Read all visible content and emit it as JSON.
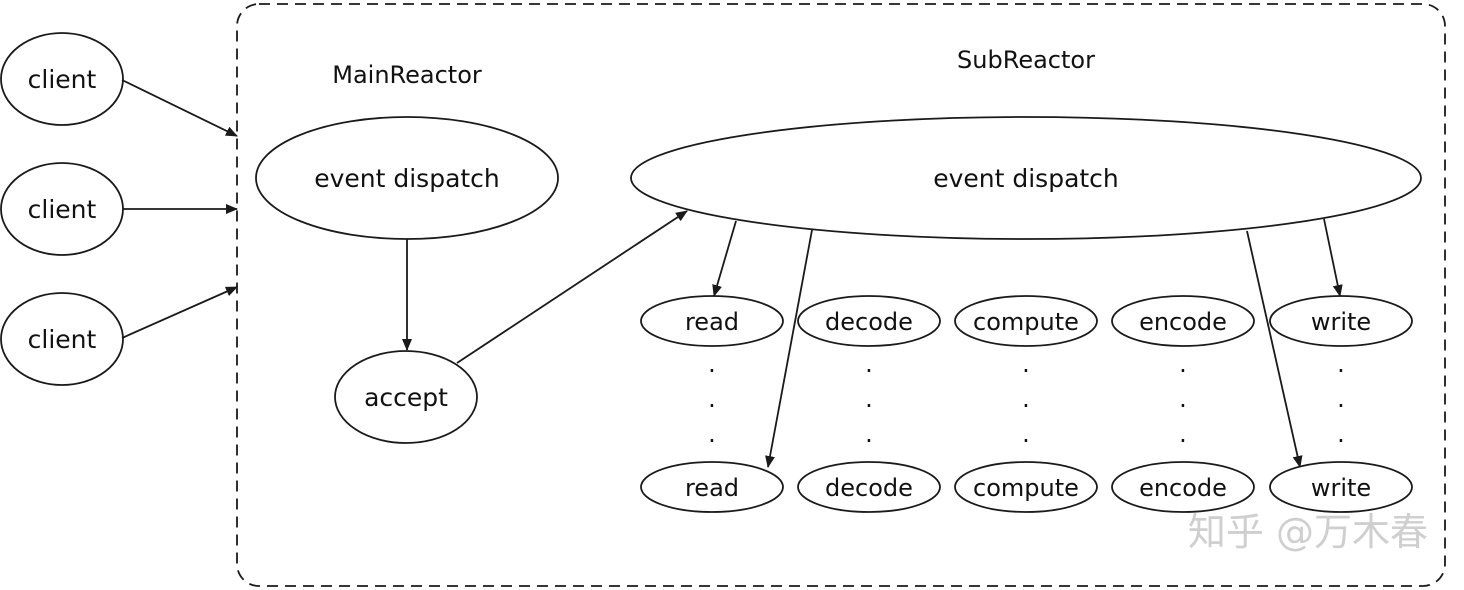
{
  "clients": [
    "client",
    "client",
    "client"
  ],
  "main_reactor": {
    "title": "MainReactor",
    "event_dispatch": "event dispatch",
    "accept": "accept"
  },
  "sub_reactor": {
    "title": "SubReactor",
    "event_dispatch": "event dispatch",
    "top_row": [
      "read",
      "decode",
      "compute",
      "encode",
      "write"
    ],
    "bottom_row": [
      "read",
      "decode",
      "compute",
      "encode",
      "write"
    ],
    "ellipsis_dot": "."
  },
  "watermark": "知乎 @万木春",
  "colors": {
    "stroke": "#1a1a1a",
    "text": "#111111",
    "watermark": "#cfcfcf"
  }
}
